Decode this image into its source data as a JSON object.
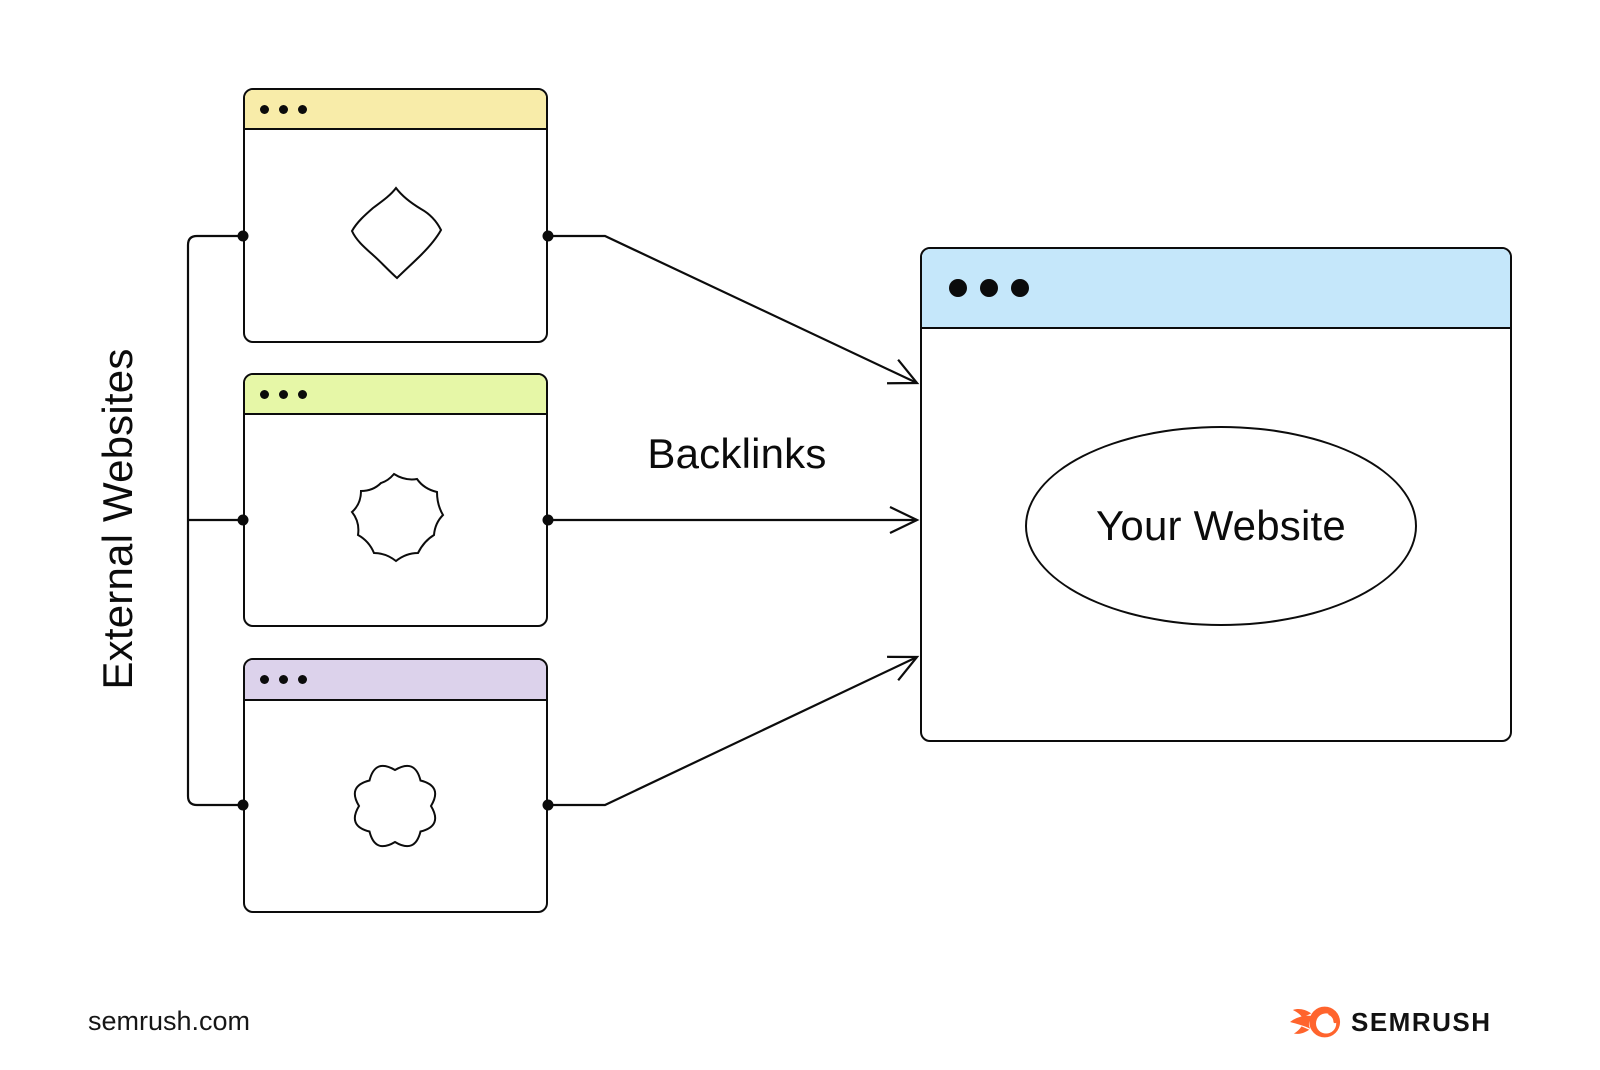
{
  "diagram": {
    "group_label": "External Websites",
    "arrow_label": "Backlinks",
    "target": {
      "label": "Your Website"
    }
  },
  "footer": {
    "website": "semrush.com",
    "brand": "SEMRUSH"
  },
  "colors": {
    "window1_header": "#F8ECA9",
    "window2_header": "#E6F7A7",
    "window3_header": "#DCD2EB",
    "target_header": "#C5E7FA",
    "line": "#0C0C0C",
    "brand_orange": "#FF642D"
  }
}
